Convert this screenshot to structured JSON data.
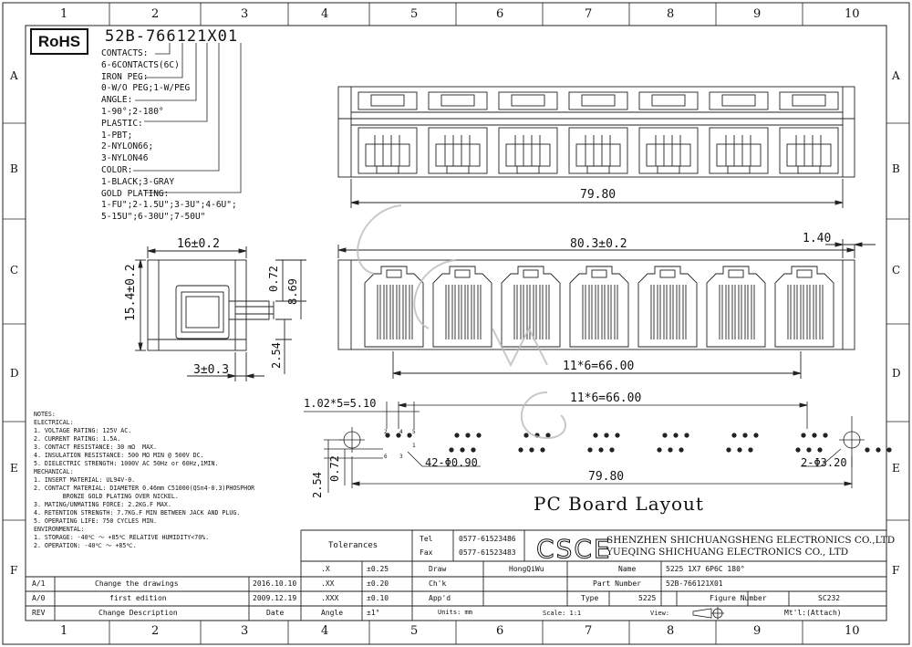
{
  "frame": {
    "top_cols": [
      "1",
      "2",
      "3",
      "4",
      "5",
      "6",
      "7",
      "8",
      "9",
      "10"
    ],
    "bottom_cols": [
      "1",
      "2",
      "3",
      "4",
      "5",
      "6",
      "7",
      "8",
      "9",
      "10"
    ],
    "rows": [
      "A",
      "B",
      "C",
      "D",
      "E",
      "F"
    ]
  },
  "header": {
    "rohs": "RoHS",
    "part_code": "52B-766121X01"
  },
  "spec_lines": [
    "CONTACTS:",
    "6-6CONTACTS(6C)",
    "IRON PEG:",
    "0-W/O PEG;1-W/PEG",
    "ANGLE:",
    "1-90°;2-180°",
    "PLASTIC:",
    "1-PBT;",
    "2-NYLON66;",
    "3-NYLON46",
    "COLOR:",
    "1-BLACK;3-GRAY",
    "GOLD PLATING:",
    "1-FU\";2-1.5U\";3-3U\";4-6U\";",
    "5-15U\";6-30U\";7-50U\""
  ],
  "dimensions": {
    "top_width": "79.80",
    "front_width": "80.3±0.2",
    "front_offset": "1.40",
    "front_pitch": "11*6=66.00",
    "side_width": "16±0.2",
    "side_height": "15.4±0.2",
    "side_072": "0.72",
    "side_869": "8.69",
    "side_254": "2.54",
    "side_3": "3±0.3",
    "pcb_pin_pitch": "1.02*5=5.10",
    "pcb_port_pitch": "11*6=66.00",
    "pcb_hole": "42-Φ0.90",
    "pcb_width": "79.80",
    "pcb_254": "2.54",
    "pcb_072": "0.72",
    "pcb_peg": "2-Φ3.20",
    "pin_labels": [
      "2",
      "4",
      "5",
      "6",
      "3",
      "1"
    ]
  },
  "pcb_title": "PC Board Layout",
  "watermark": "CSCE",
  "notes": [
    "NOTES:",
    "ELECTRICAL:",
    "1. VOLTAGE RATING: 125V AC.",
    "2. CURRENT RATING: 1.5A.",
    "3. CONTACT RESISTANCE: 30 mΩ  MAX.",
    "4. INSULATION RESISTANCE: 500 MΩ MIN @ 500V DC.",
    "5. DIELECTRIC STRENGTH: 1000V AC 50Hz or 60Hz,1MIN.",
    "MECHANICAL:",
    "1. INSERT MATERIAL: UL94V-0.",
    "2. CONTACT MATERIAL: DIAMETER 0.46mm C51000(QSn4-0.3)PHOSPHOR",
    "        BRONZE GOLD PLATING OVER NICKEL.",
    "3. MATING/UNMATING FORCE: 2.2KG.F MAX.",
    "4. RETENTION STRENGTH: 7.7KG.F MIN BETWEEN JACK AND PLUG.",
    "5. OPERATING LIFE: 750 CYCLES MIN.",
    "ENVIRONMENTAL:",
    "1. STORAGE: -40℃ ～ +85℃ RELATIVE HUMIDITY<70%.",
    "2. OPERATION: -40℃ ～ +85℃."
  ],
  "title_block": {
    "tolerances": "Tolerances",
    "tol_rows": [
      {
        "k": ".X",
        "v": "±0.25"
      },
      {
        "k": ".XX",
        "v": "±0.20"
      },
      {
        "k": ".XXX",
        "v": "±0.10"
      },
      {
        "k": "Angle",
        "v": "±1°"
      }
    ],
    "tel_label": "Tel",
    "tel": "0577-61523486",
    "fax_label": "Fax",
    "fax": "0577-61523483",
    "logo": "CSCE",
    "company_en1": "SHENZHEN SHICHUANGSHENG ELECTRONICS CO.,LTD",
    "company_en2": "YUEQING SHICHUANG ELECTRONICS CO., LTD",
    "draw_label": "Draw",
    "draw": "HongQiWu",
    "chk_label": "Ch'k",
    "appd_label": "App'd",
    "name_label": "Name",
    "name": "5225 1X7 6P6C 180°",
    "partno_label": "Part Number",
    "partno": "52B-766121X01",
    "type_label": "Type",
    "type": "5225",
    "fig_label": "Figure Number",
    "fig": "SC232",
    "units": "Units: mm",
    "scale": "Scale: 1:1",
    "view": "View:",
    "mtl": "Mt'l:(Attach)"
  },
  "revisions": [
    {
      "rev": "A/1",
      "desc": "Change the drawings",
      "date": "2016.10.10"
    },
    {
      "rev": "A/0",
      "desc": "first edition",
      "date": "2009.12.19"
    },
    {
      "rev": "REV",
      "desc": "Change Description",
      "date": "Date"
    }
  ]
}
